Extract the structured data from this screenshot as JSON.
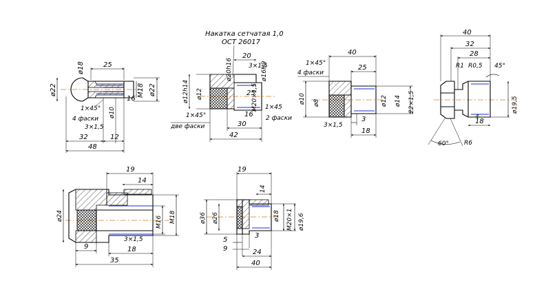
{
  "notes": {
    "knurl_title": "Накатка сетчатая 1,0",
    "knurl_standard": "ОСТ 26017"
  },
  "part1": {
    "d22_left": "ø22",
    "d18": "ø18",
    "len25": "25",
    "m18": "M18",
    "d22_right": "ø22",
    "d16": "16",
    "chamfer": "1×45°",
    "chamfer_count": "4 фаски",
    "groove": "3×1,5",
    "d10": "ø10",
    "len32": "32",
    "len12": "12",
    "len48": "48"
  },
  "part2": {
    "d20h16": "ø20h16",
    "d16h9": "ø16H9",
    "d12h14": "ø12h14",
    "d12": "ø12",
    "len20": "20",
    "groove": "3×1,5",
    "len25": "25",
    "m20": "M20×1,5",
    "chamfer_left": "1×45°",
    "two_chamfers_left": "две фаски",
    "len16": "16",
    "chamfer_right": "1×45",
    "two_chamfers_right": "2 фаски",
    "len30": "30",
    "len42": "42"
  },
  "part3": {
    "len40": "40",
    "chamfer": "1×45°",
    "chamfer_count": "4 фаски",
    "len25": "25",
    "d10": "ø10",
    "d8": "ø8",
    "d12": "ø12",
    "d14": "ø14",
    "m22": "22×1,5",
    "groove": "3×1,5",
    "len3": "3",
    "len18": "18"
  },
  "part4": {
    "len40": "40",
    "len32": "32",
    "len28": "28",
    "r1": "R1",
    "r05": "R0,5",
    "angle45": "45°",
    "d195": "ø19,5",
    "len4": "4",
    "len18": "18",
    "angle60": "60°",
    "r6": "R6"
  },
  "part5": {
    "len19": "19",
    "len14": "14",
    "d24": "ø24",
    "m16": "M16",
    "m18": "M18",
    "len9": "9",
    "groove": "3×1,5",
    "len18": "18",
    "len35": "35"
  },
  "part6": {
    "len19": "19",
    "len14": "14",
    "d36": "ø36",
    "d26": "ø26",
    "d18": "ø18",
    "m20": "M20×1",
    "d196": "ø19,6",
    "len5": "5",
    "len9": "9",
    "len3": "3",
    "len24": "24",
    "len40": "40"
  }
}
